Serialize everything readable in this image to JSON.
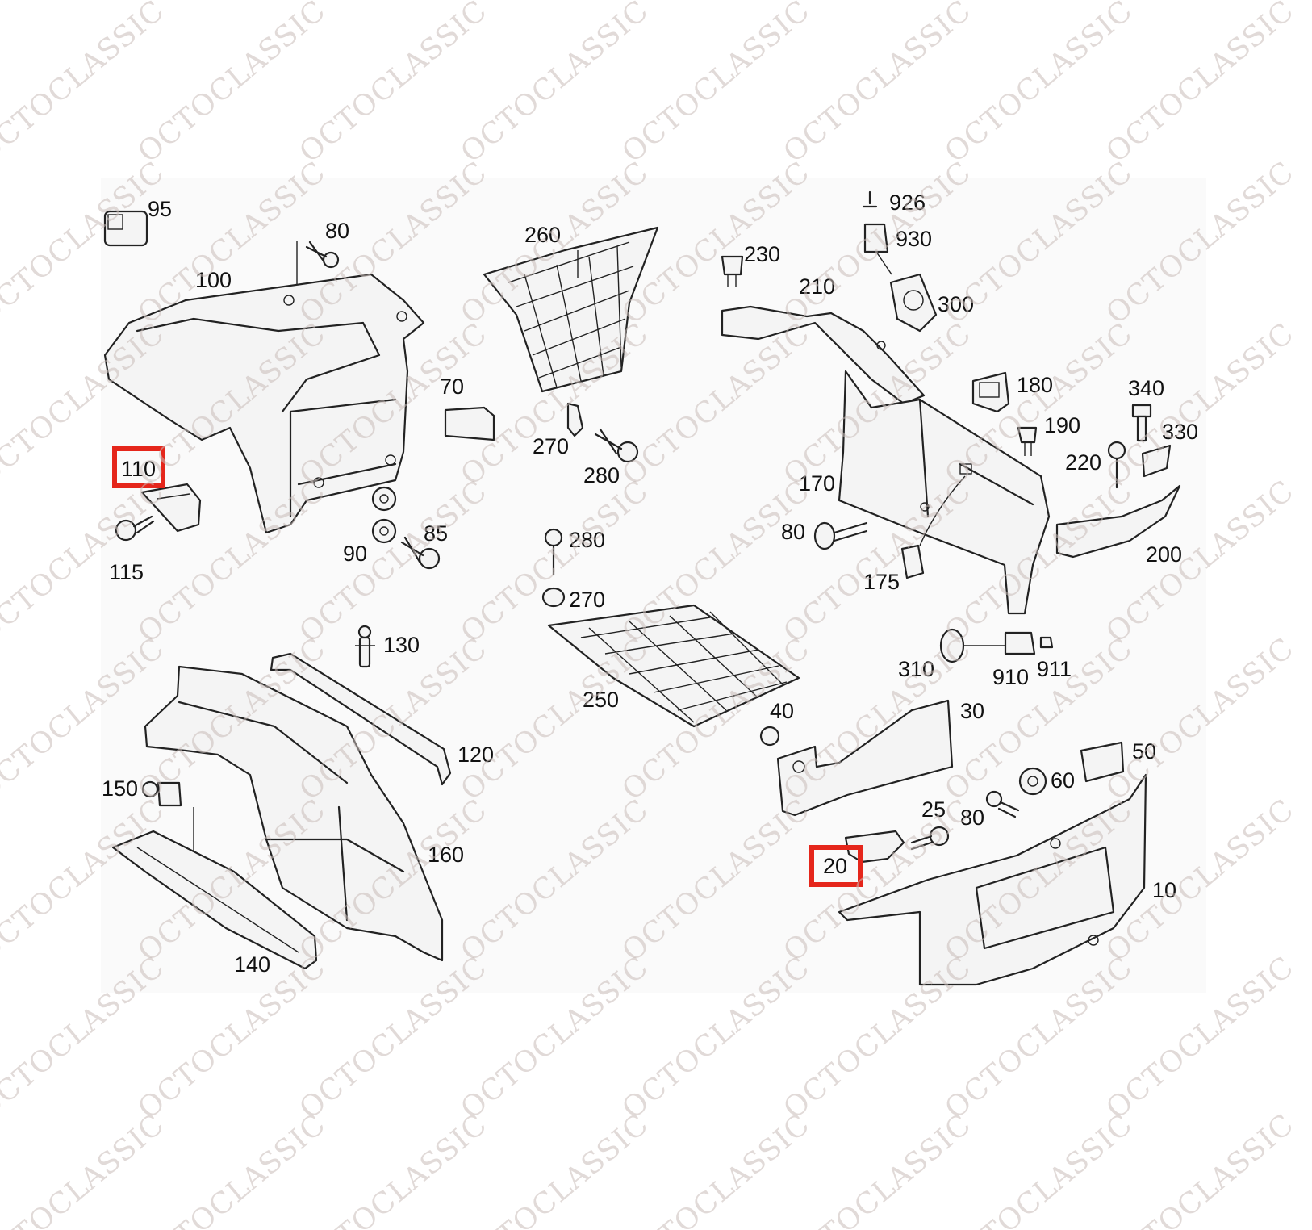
{
  "watermark": {
    "text": "OCTOCLASSIC",
    "color": "#c9bdb9"
  },
  "highlight_color": "#e5261b",
  "parts": [
    {
      "id": "p95",
      "label": "95"
    },
    {
      "id": "p80a",
      "label": "80"
    },
    {
      "id": "p100",
      "label": "100"
    },
    {
      "id": "p70",
      "label": "70"
    },
    {
      "id": "p110",
      "label": "110",
      "highlighted": true
    },
    {
      "id": "p115",
      "label": "115"
    },
    {
      "id": "p90",
      "label": "90"
    },
    {
      "id": "p85",
      "label": "85"
    },
    {
      "id": "p260",
      "label": "260"
    },
    {
      "id": "p270a",
      "label": "270"
    },
    {
      "id": "p280a",
      "label": "280"
    },
    {
      "id": "p280b",
      "label": "280"
    },
    {
      "id": "p270b",
      "label": "270"
    },
    {
      "id": "p250",
      "label": "250"
    },
    {
      "id": "p130",
      "label": "130"
    },
    {
      "id": "p120",
      "label": "120"
    },
    {
      "id": "p150",
      "label": "150"
    },
    {
      "id": "p160",
      "label": "160"
    },
    {
      "id": "p140",
      "label": "140"
    },
    {
      "id": "p926",
      "label": "926"
    },
    {
      "id": "p930",
      "label": "930"
    },
    {
      "id": "p230",
      "label": "230"
    },
    {
      "id": "p210",
      "label": "210"
    },
    {
      "id": "p300",
      "label": "300"
    },
    {
      "id": "p180",
      "label": "180"
    },
    {
      "id": "p340",
      "label": "340"
    },
    {
      "id": "p190",
      "label": "190"
    },
    {
      "id": "p330",
      "label": "330"
    },
    {
      "id": "p220",
      "label": "220"
    },
    {
      "id": "p170",
      "label": "170"
    },
    {
      "id": "p80b",
      "label": "80"
    },
    {
      "id": "p175",
      "label": "175"
    },
    {
      "id": "p200",
      "label": "200"
    },
    {
      "id": "p310",
      "label": "310"
    },
    {
      "id": "p910",
      "label": "910"
    },
    {
      "id": "p911",
      "label": "911"
    },
    {
      "id": "p40",
      "label": "40"
    },
    {
      "id": "p30",
      "label": "30"
    },
    {
      "id": "p50",
      "label": "50"
    },
    {
      "id": "p60",
      "label": "60"
    },
    {
      "id": "p25",
      "label": "25"
    },
    {
      "id": "p80c",
      "label": "80"
    },
    {
      "id": "p20",
      "label": "20",
      "highlighted": true
    },
    {
      "id": "p10",
      "label": "10"
    }
  ]
}
